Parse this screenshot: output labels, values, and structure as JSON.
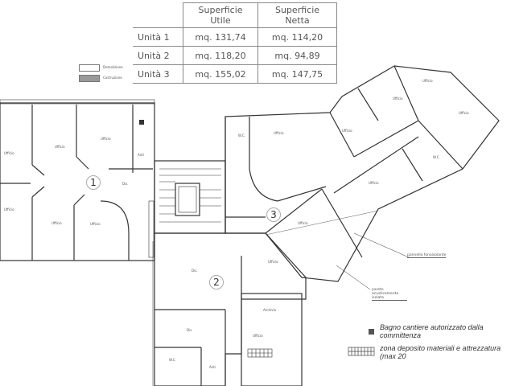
{
  "areas_table": {
    "headers": [
      "Superficie Utile",
      "Superficie Netta"
    ],
    "rows": [
      {
        "unit": "Unità 1",
        "utile": "mq. 131,74",
        "netta": "mq. 114,20"
      },
      {
        "unit": "Unità 2",
        "utile": "mq. 118,20",
        "netta": "mq. 94,89"
      },
      {
        "unit": "Unità 3",
        "utile": "mq. 155,02",
        "netta": "mq. 147,75"
      }
    ]
  },
  "small_legend": {
    "demolizione": "Demolizione",
    "costruzione": "Costruzione"
  },
  "units": [
    "1",
    "2",
    "3"
  ],
  "rooms": {
    "ufficio": "Ufficio",
    "archivio": "Archivio",
    "disimpegno": "Dis.",
    "wc": "W.C.",
    "antibagno": "Anti"
  },
  "notes": {
    "pannello": "pannello fonoisolante",
    "parete": "parete acusticamente isolata"
  },
  "legend": {
    "bagno": "Bagno cantiere autorizzato dalla committenza",
    "deposito": "zona deposito materiali e attrezzatura (max 20"
  }
}
